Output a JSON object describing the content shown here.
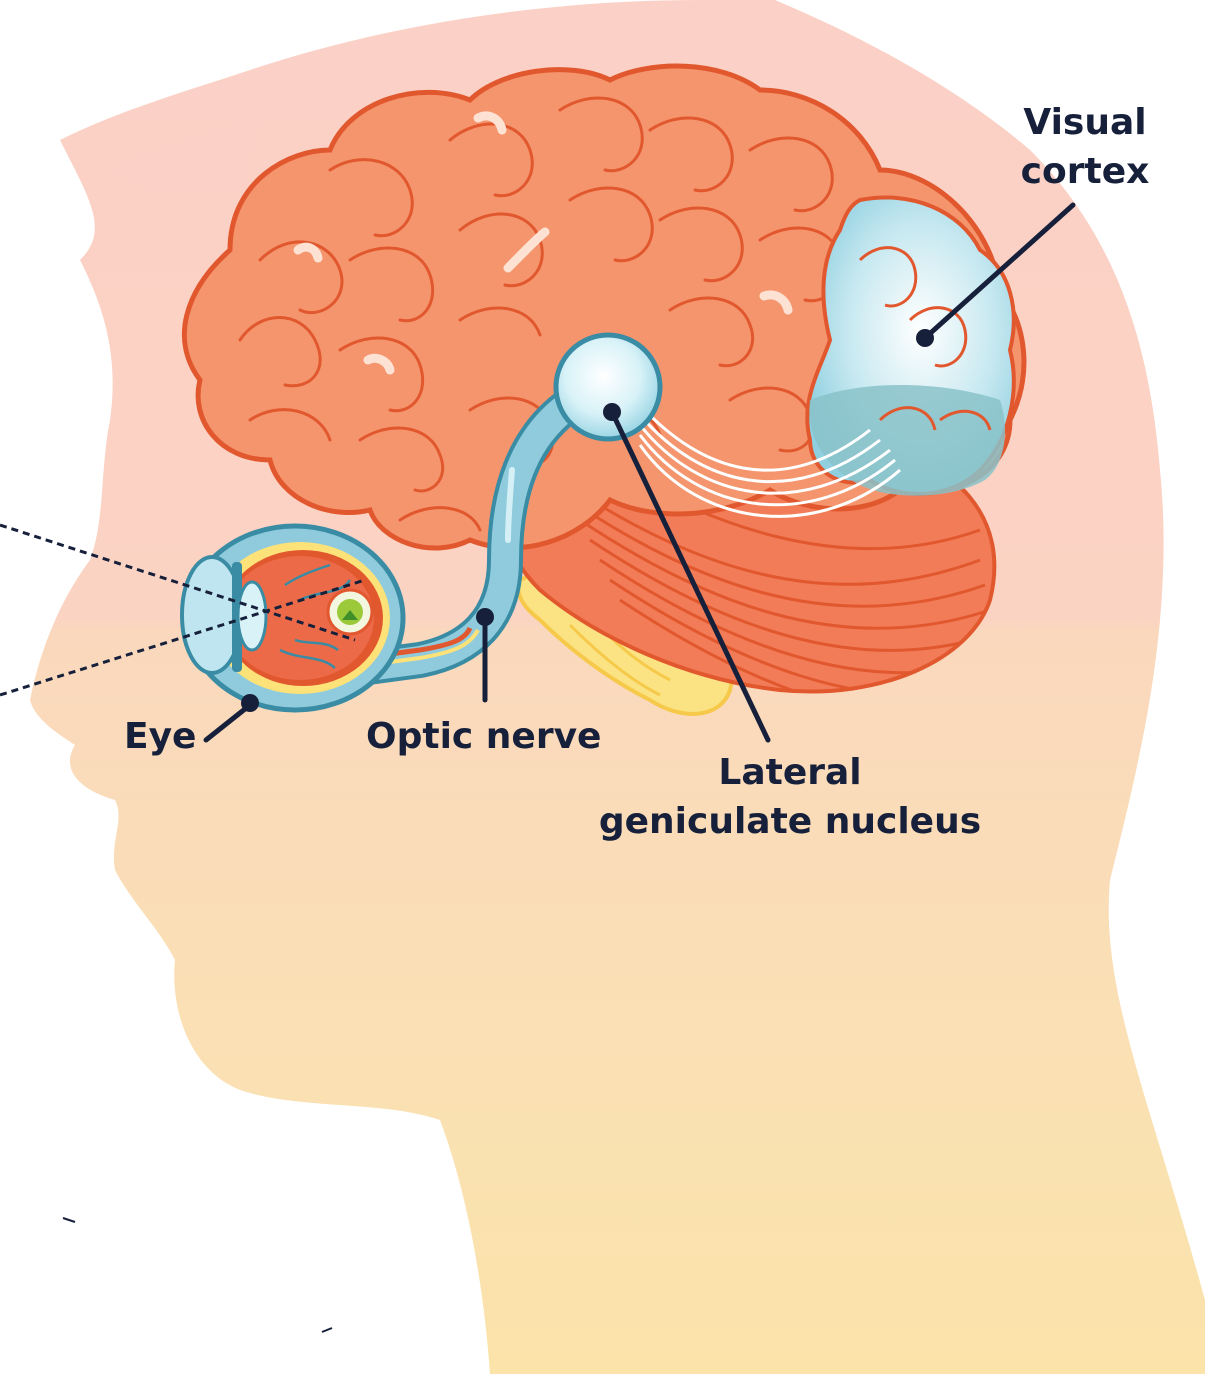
{
  "labels": {
    "visual_cortex": [
      "Visual",
      "cortex"
    ],
    "lateral_geniculate_nucleus": [
      "Lateral",
      "geniculate nucleus"
    ],
    "optic_nerve": "Optic nerve",
    "eye": "Eye"
  },
  "colors": {
    "head_top": "#fbd2c5",
    "head_bottom": "#fae2ad",
    "brain": "#f4956e",
    "brain_outline": "#e2582e",
    "cerebellum": "#f27c57",
    "visual_cortex": "#bfe3ec",
    "nerve": "#7fc4d6",
    "brainstem": "#fbe384",
    "label_text": "#17203a"
  }
}
